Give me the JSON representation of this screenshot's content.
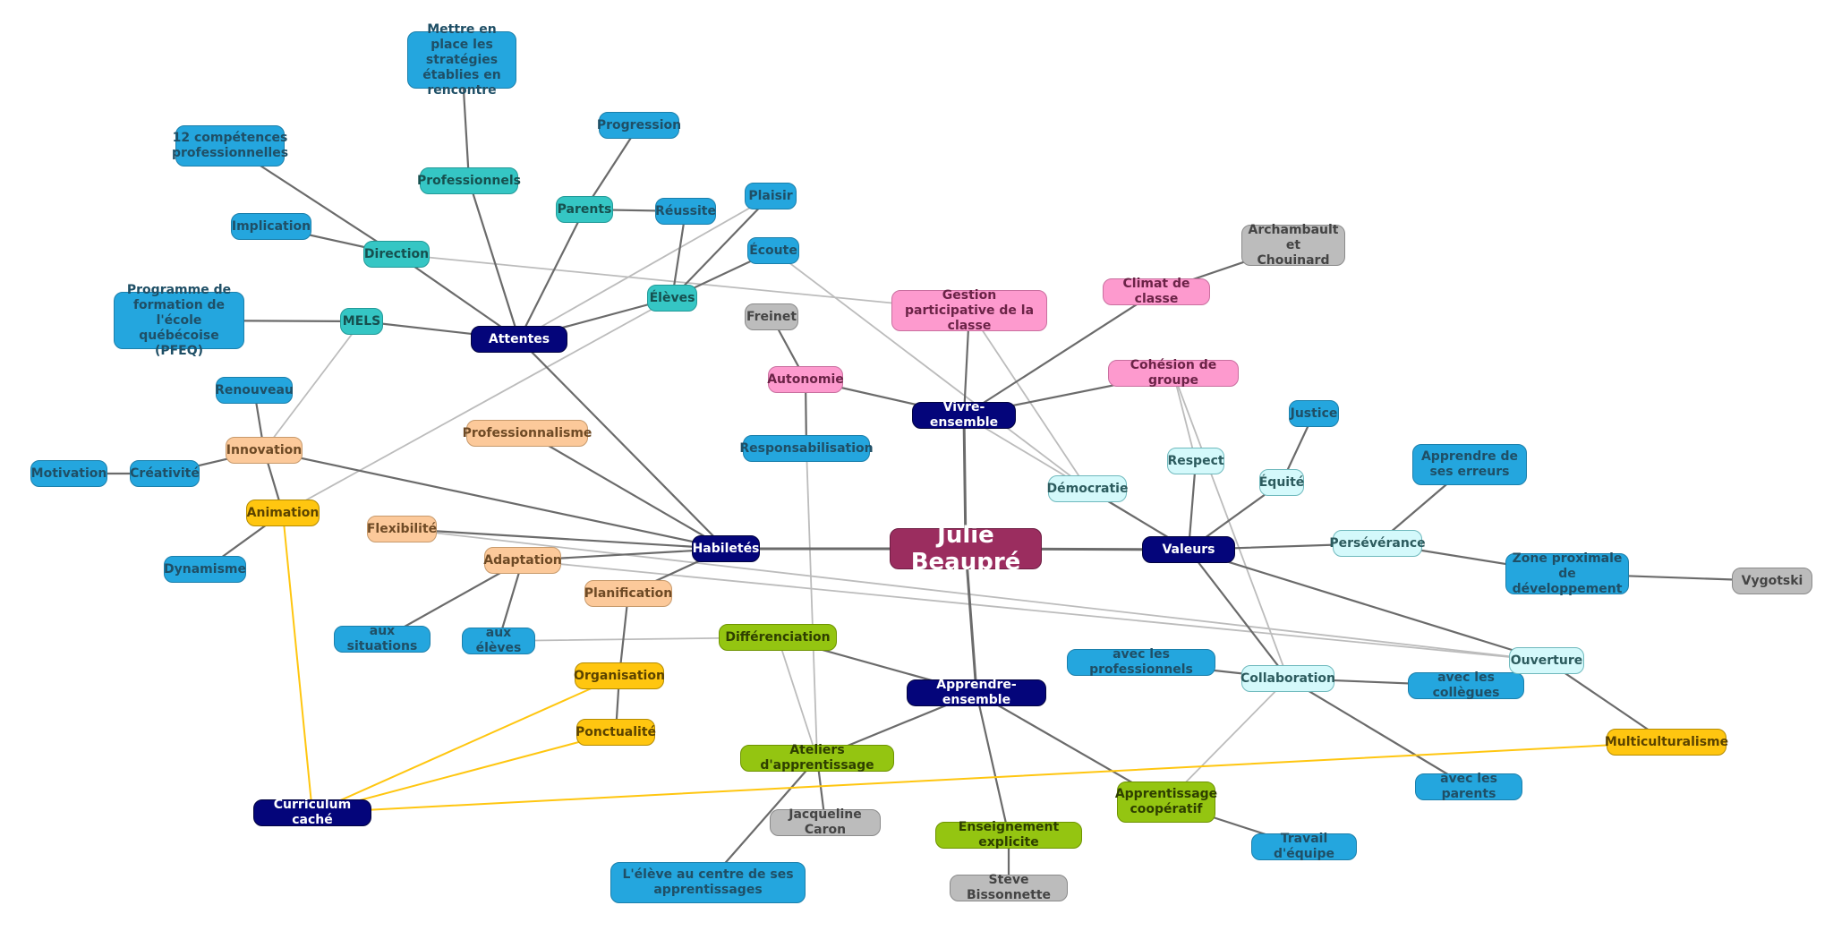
{
  "colors": {
    "root": "#9b2d5f",
    "navy": "#04057a",
    "blue": "#24a6de",
    "teal": "#35c6c4",
    "peach": "#fcc99a",
    "yellow": "#ffc610",
    "pink": "#fd9ace",
    "lightcyan": "#d4f9fb",
    "green": "#94c511",
    "gray": "#bcbcbc",
    "line_dark": "#6b6b6b",
    "line_light": "#bcbcbc",
    "line_yellow": "#ffc610"
  },
  "nodes": [
    {
      "id": "root",
      "label": "Julie Beaupré",
      "color": "root"
    },
    {
      "id": "attentes",
      "label": "Attentes",
      "color": "navy"
    },
    {
      "id": "habiletes",
      "label": "Habiletés",
      "color": "navy"
    },
    {
      "id": "vivre",
      "label": "Vivre-ensemble",
      "color": "navy"
    },
    {
      "id": "valeurs",
      "label": "Valeurs",
      "color": "navy"
    },
    {
      "id": "apprendre",
      "label": "Apprendre-ensemble",
      "color": "navy"
    },
    {
      "id": "curriculum",
      "label": "Curriculum caché",
      "color": "navy"
    },
    {
      "id": "mettre",
      "label": "Mettre en place les stratégies établies en rencontre",
      "color": "blue"
    },
    {
      "id": "douze",
      "label": "12 compétences professionnelles",
      "color": "blue"
    },
    {
      "id": "implication",
      "label": "Implication",
      "color": "blue"
    },
    {
      "id": "pfeq",
      "label": "Programme de formation de l'école québécoise (PFEQ)",
      "color": "blue"
    },
    {
      "id": "progression",
      "label": "Progression",
      "color": "blue"
    },
    {
      "id": "reussite",
      "label": "Réussite",
      "color": "blue"
    },
    {
      "id": "plaisir",
      "label": "Plaisir",
      "color": "blue"
    },
    {
      "id": "ecoute",
      "label": "Écoute",
      "color": "blue"
    },
    {
      "id": "renouveau",
      "label": "Renouveau",
      "color": "blue"
    },
    {
      "id": "motivation",
      "label": "Motivation",
      "color": "blue"
    },
    {
      "id": "creativite",
      "label": "Créativité",
      "color": "blue"
    },
    {
      "id": "dynamisme",
      "label": "Dynamisme",
      "color": "blue"
    },
    {
      "id": "auxsituations",
      "label": "aux situations",
      "color": "blue"
    },
    {
      "id": "auxeleves",
      "label": "aux élèves",
      "color": "blue"
    },
    {
      "id": "responsabilisation",
      "label": "Responsabilisation",
      "color": "blue"
    },
    {
      "id": "justice",
      "label": "Justice",
      "color": "blue"
    },
    {
      "id": "apprendreerreurs",
      "label": "Apprendre de ses erreurs",
      "color": "blue"
    },
    {
      "id": "zone",
      "label": "Zone proximale de développement",
      "color": "blue"
    },
    {
      "id": "avecprof",
      "label": "avec les professionnels",
      "color": "blue"
    },
    {
      "id": "aveccoll",
      "label": "avec les collègues",
      "color": "blue"
    },
    {
      "id": "avecparents",
      "label": "avec les parents",
      "color": "blue"
    },
    {
      "id": "travail",
      "label": "Travail d'équipe",
      "color": "blue"
    },
    {
      "id": "eleveCentre",
      "label": "L'élève au centre de ses apprentissages",
      "color": "blue"
    },
    {
      "id": "professionnels",
      "label": "Professionnels",
      "color": "teal"
    },
    {
      "id": "direction",
      "label": "Direction",
      "color": "teal"
    },
    {
      "id": "mels",
      "label": "MELS",
      "color": "teal"
    },
    {
      "id": "parents",
      "label": "Parents",
      "color": "teal"
    },
    {
      "id": "eleves",
      "label": "Élèves",
      "color": "teal"
    },
    {
      "id": "innovation",
      "label": "Innovation",
      "color": "peach"
    },
    {
      "id": "professionnalisme",
      "label": "Professionnalisme",
      "color": "peach"
    },
    {
      "id": "flexibilite",
      "label": "Flexibilité",
      "color": "peach"
    },
    {
      "id": "adaptation",
      "label": "Adaptation",
      "color": "peach"
    },
    {
      "id": "planification",
      "label": "Planification",
      "color": "peach"
    },
    {
      "id": "animation",
      "label": "Animation",
      "color": "yellow"
    },
    {
      "id": "organisation",
      "label": "Organisation",
      "color": "yellow"
    },
    {
      "id": "ponctualite",
      "label": "Ponctualité",
      "color": "yellow"
    },
    {
      "id": "multiculturalisme",
      "label": "Multiculturalisme",
      "color": "yellow"
    },
    {
      "id": "gestion",
      "label": "Gestion participative de la classe",
      "color": "pink"
    },
    {
      "id": "autonomie",
      "label": "Autonomie",
      "color": "pink"
    },
    {
      "id": "climat",
      "label": "Climat de classe",
      "color": "pink"
    },
    {
      "id": "cohesion",
      "label": "Cohésion de groupe",
      "color": "pink"
    },
    {
      "id": "democratie",
      "label": "Démocratie",
      "color": "lightcyan"
    },
    {
      "id": "respect",
      "label": "Respect",
      "color": "lightcyan"
    },
    {
      "id": "equite",
      "label": "Équité",
      "color": "lightcyan"
    },
    {
      "id": "perseverance",
      "label": "Persévérance",
      "color": "lightcyan"
    },
    {
      "id": "ouverture",
      "label": "Ouverture",
      "color": "lightcyan"
    },
    {
      "id": "collaboration",
      "label": "Collaboration",
      "color": "lightcyan"
    },
    {
      "id": "differenciation",
      "label": "Différenciation",
      "color": "green"
    },
    {
      "id": "ateliers",
      "label": "Ateliers d'apprentissage",
      "color": "green"
    },
    {
      "id": "enseignement",
      "label": "Enseignement explicite",
      "color": "green"
    },
    {
      "id": "cooperatif",
      "label": "Apprentissage coopératif",
      "color": "green"
    },
    {
      "id": "freinet",
      "label": "Freinet",
      "color": "gray"
    },
    {
      "id": "archambault",
      "label": "Archambault et Chouinard",
      "color": "gray"
    },
    {
      "id": "vygotski",
      "label": "Vygotski",
      "color": "gray"
    },
    {
      "id": "caron",
      "label": "Jacqueline Caron",
      "color": "gray"
    },
    {
      "id": "bissonnette",
      "label": "Steve Bissonnette",
      "color": "gray"
    }
  ],
  "links": [
    {
      "from": "root",
      "to": "habiletes",
      "style": "dark"
    },
    {
      "from": "root",
      "to": "vivre",
      "style": "dark"
    },
    {
      "from": "root",
      "to": "valeurs",
      "style": "dark"
    },
    {
      "from": "root",
      "to": "apprendre",
      "style": "dark"
    },
    {
      "from": "habiletes",
      "to": "attentes",
      "style": "dark"
    },
    {
      "from": "attentes",
      "to": "professionnels",
      "style": "dark"
    },
    {
      "from": "attentes",
      "to": "direction",
      "style": "dark"
    },
    {
      "from": "attentes",
      "to": "mels",
      "style": "dark"
    },
    {
      "from": "attentes",
      "to": "parents",
      "style": "dark"
    },
    {
      "from": "attentes",
      "to": "eleves",
      "style": "dark"
    },
    {
      "from": "professionnels",
      "to": "mettre",
      "style": "dark"
    },
    {
      "from": "direction",
      "to": "douze",
      "style": "dark"
    },
    {
      "from": "direction",
      "to": "implication",
      "style": "dark"
    },
    {
      "from": "mels",
      "to": "pfeq",
      "style": "dark"
    },
    {
      "from": "parents",
      "to": "progression",
      "style": "dark"
    },
    {
      "from": "parents",
      "to": "reussite",
      "style": "dark"
    },
    {
      "from": "eleves",
      "to": "reussite",
      "style": "dark"
    },
    {
      "from": "eleves",
      "to": "plaisir",
      "style": "dark"
    },
    {
      "from": "eleves",
      "to": "ecoute",
      "style": "dark"
    },
    {
      "from": "habiletes",
      "to": "innovation",
      "style": "dark"
    },
    {
      "from": "habiletes",
      "to": "professionnalisme",
      "style": "dark"
    },
    {
      "from": "habiletes",
      "to": "flexibilite",
      "style": "dark"
    },
    {
      "from": "habiletes",
      "to": "adaptation",
      "style": "dark"
    },
    {
      "from": "habiletes",
      "to": "planification",
      "style": "dark"
    },
    {
      "from": "innovation",
      "to": "renouveau",
      "style": "dark"
    },
    {
      "from": "innovation",
      "to": "creativite",
      "style": "dark"
    },
    {
      "from": "creativite",
      "to": "motivation",
      "style": "dark"
    },
    {
      "from": "innovation",
      "to": "animation",
      "style": "dark"
    },
    {
      "from": "animation",
      "to": "dynamisme",
      "style": "dark"
    },
    {
      "from": "adaptation",
      "to": "auxsituations",
      "style": "dark"
    },
    {
      "from": "adaptation",
      "to": "auxeleves",
      "style": "dark"
    },
    {
      "from": "planification",
      "to": "organisation",
      "style": "dark"
    },
    {
      "from": "organisation",
      "to": "ponctualite",
      "style": "dark"
    },
    {
      "from": "vivre",
      "to": "gestion",
      "style": "dark"
    },
    {
      "from": "vivre",
      "to": "autonomie",
      "style": "dark"
    },
    {
      "from": "autonomie",
      "to": "freinet",
      "style": "dark"
    },
    {
      "from": "autonomie",
      "to": "responsabilisation",
      "style": "dark"
    },
    {
      "from": "vivre",
      "to": "climat",
      "style": "dark"
    },
    {
      "from": "climat",
      "to": "archambault",
      "style": "dark"
    },
    {
      "from": "vivre",
      "to": "cohesion",
      "style": "dark"
    },
    {
      "from": "valeurs",
      "to": "democratie",
      "style": "dark"
    },
    {
      "from": "valeurs",
      "to": "respect",
      "style": "dark"
    },
    {
      "from": "valeurs",
      "to": "equite",
      "style": "dark"
    },
    {
      "from": "equite",
      "to": "justice",
      "style": "dark"
    },
    {
      "from": "valeurs",
      "to": "perseverance",
      "style": "dark"
    },
    {
      "from": "perseverance",
      "to": "apprendreerreurs",
      "style": "dark"
    },
    {
      "from": "perseverance",
      "to": "zone",
      "style": "dark"
    },
    {
      "from": "zone",
      "to": "vygotski",
      "style": "dark"
    },
    {
      "from": "valeurs",
      "to": "ouverture",
      "style": "dark"
    },
    {
      "from": "ouverture",
      "to": "multiculturalisme",
      "style": "dark"
    },
    {
      "from": "valeurs",
      "to": "collaboration",
      "style": "dark"
    },
    {
      "from": "collaboration",
      "to": "avecprof",
      "style": "dark"
    },
    {
      "from": "collaboration",
      "to": "aveccoll",
      "style": "dark"
    },
    {
      "from": "collaboration",
      "to": "avecparents",
      "style": "dark"
    },
    {
      "from": "apprendre",
      "to": "differenciation",
      "style": "dark"
    },
    {
      "from": "apprendre",
      "to": "ateliers",
      "style": "dark"
    },
    {
      "from": "ateliers",
      "to": "caron",
      "style": "dark"
    },
    {
      "from": "ateliers",
      "to": "eleveCentre",
      "style": "dark"
    },
    {
      "from": "apprendre",
      "to": "enseignement",
      "style": "dark"
    },
    {
      "from": "enseignement",
      "to": "bissonnette",
      "style": "dark"
    },
    {
      "from": "apprendre",
      "to": "cooperatif",
      "style": "dark"
    },
    {
      "from": "cooperatif",
      "to": "travail",
      "style": "dark"
    },
    {
      "from": "direction",
      "to": "gestion",
      "style": "light"
    },
    {
      "from": "mels",
      "to": "innovation",
      "style": "light"
    },
    {
      "from": "animation",
      "to": "eleves",
      "style": "light"
    },
    {
      "from": "attentes",
      "to": "plaisir",
      "style": "light"
    },
    {
      "from": "ecoute",
      "to": "democratie",
      "style": "light"
    },
    {
      "from": "gestion",
      "to": "democratie",
      "style": "light"
    },
    {
      "from": "vivre",
      "to": "valeurs",
      "style": "light"
    },
    {
      "from": "cohesion",
      "to": "respect",
      "style": "light"
    },
    {
      "from": "cohesion",
      "to": "collaboration",
      "style": "light"
    },
    {
      "from": "collaboration",
      "to": "cooperatif",
      "style": "light"
    },
    {
      "from": "flexibilite",
      "to": "ouverture",
      "style": "light"
    },
    {
      "from": "adaptation",
      "to": "ouverture",
      "style": "light"
    },
    {
      "from": "auxeleves",
      "to": "differenciation",
      "style": "light"
    },
    {
      "from": "differenciation",
      "to": "ateliers",
      "style": "light"
    },
    {
      "from": "responsabilisation",
      "to": "ateliers",
      "style": "light"
    },
    {
      "from": "animation",
      "to": "curriculum",
      "style": "yellow"
    },
    {
      "from": "organisation",
      "to": "curriculum",
      "style": "yellow"
    },
    {
      "from": "ponctualite",
      "to": "curriculum",
      "style": "yellow"
    },
    {
      "from": "multiculturalisme",
      "to": "curriculum",
      "style": "yellow"
    }
  ]
}
